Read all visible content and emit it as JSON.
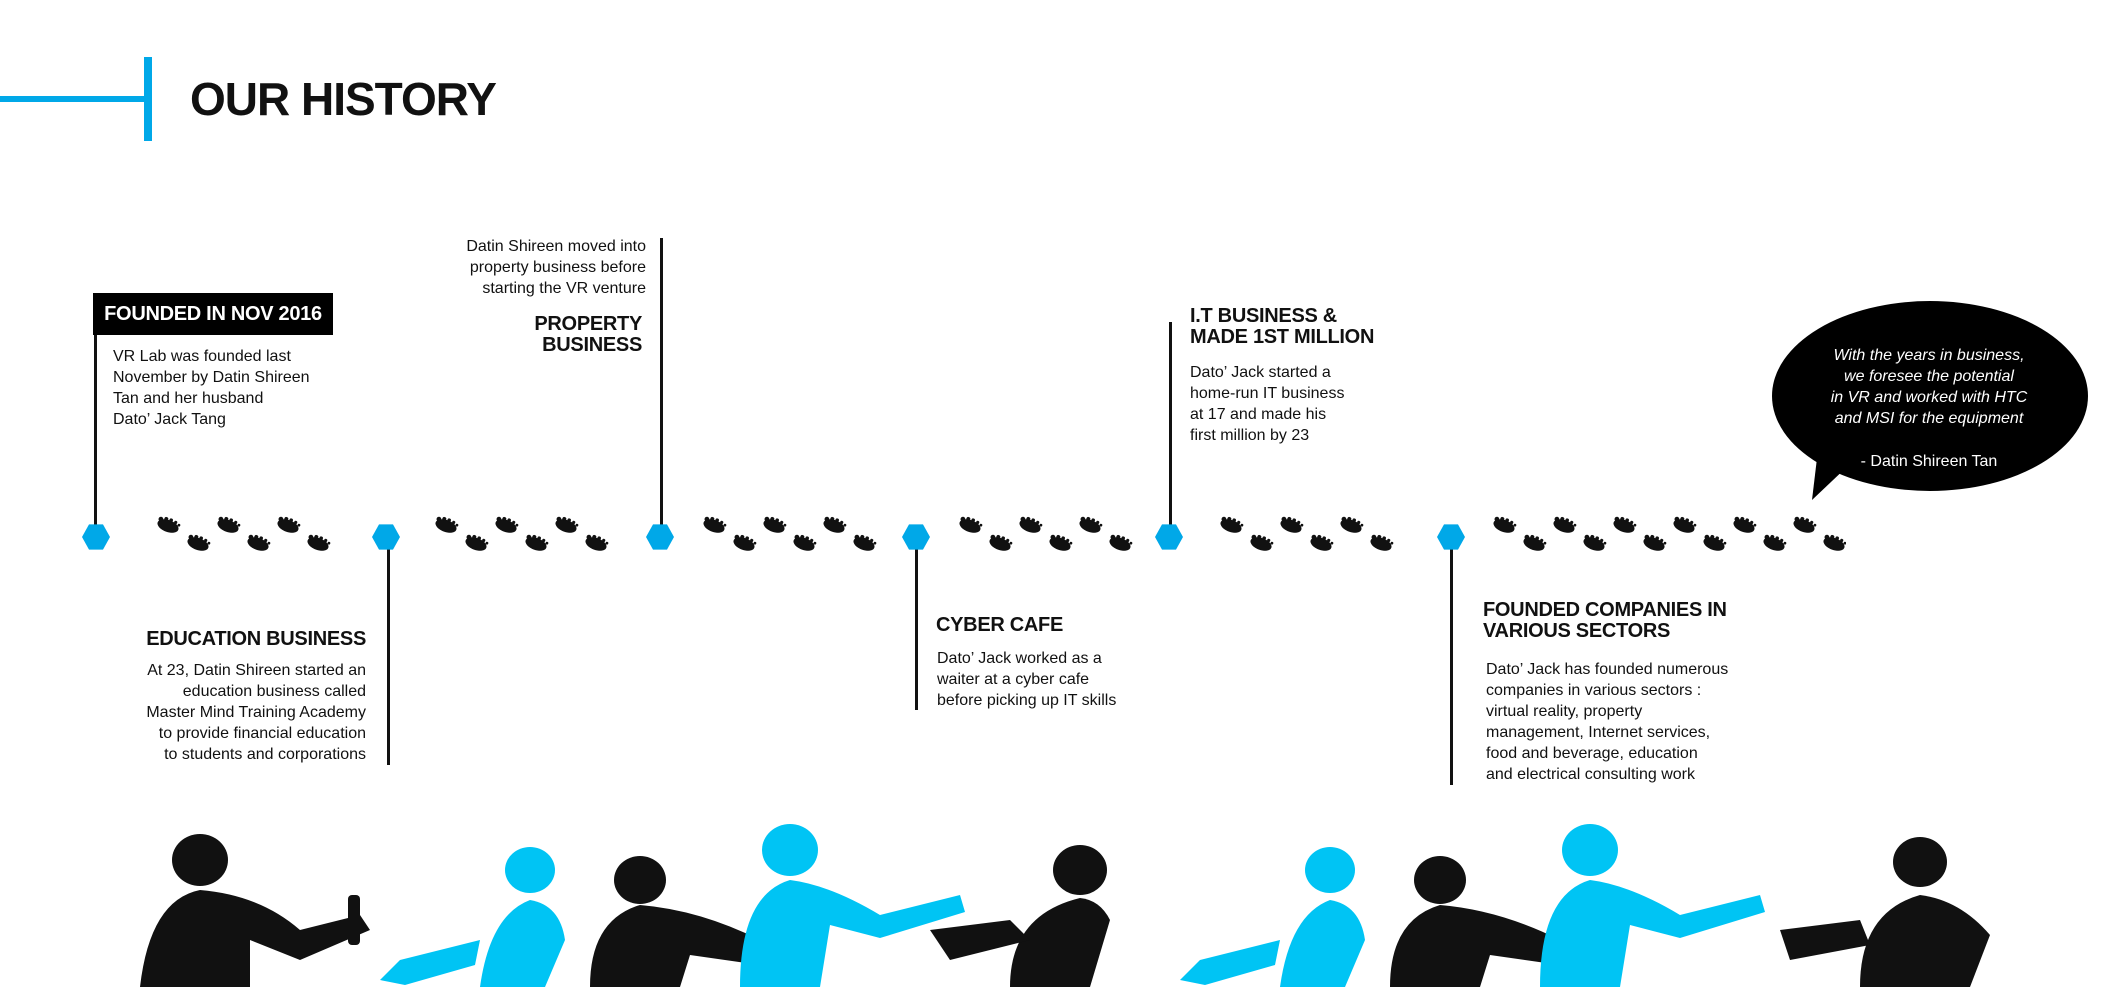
{
  "header": {
    "title": "OUR HISTORY"
  },
  "milestones": {
    "founded": {
      "heading": "FOUNDED IN NOV 2016",
      "lines": [
        "VR Lab was founded last",
        "November by Datin Shireen",
        "Tan and her husband",
        "Dato’ Jack Tang"
      ]
    },
    "education": {
      "heading": "EDUCATION BUSINESS",
      "lines": [
        "At 23, Datin Shireen started an",
        "education business called",
        "Master Mind Training Academy",
        "to provide financial education",
        "to students and corporations"
      ]
    },
    "property": {
      "heading_lines": [
        "PROPERTY",
        "BUSINESS"
      ],
      "lines": [
        "Datin Shireen moved into",
        "property business before",
        "starting the VR venture"
      ]
    },
    "cyber": {
      "heading": "CYBER CAFE",
      "lines": [
        "Dato’ Jack worked as a",
        "waiter at a cyber cafe",
        "before picking up IT skills"
      ]
    },
    "it": {
      "heading_lines": [
        "I.T BUSINESS &",
        "MADE 1ST MILLION"
      ],
      "lines": [
        "Dato’ Jack started a",
        "home-run IT business",
        "at 17 and made his",
        "first million by 23"
      ]
    },
    "companies": {
      "heading_lines": [
        "FOUNDED COMPANIES IN",
        "VARIOUS SECTORS"
      ],
      "lines": [
        "Dato’ Jack has founded numerous",
        "companies in various sectors :",
        "virtual reality, property",
        "management, Internet services,",
        "food and beverage, education",
        "and electrical consulting work"
      ]
    }
  },
  "quote": {
    "lines": [
      "With the years in business,",
      "we foresee the potential",
      "in VR and  worked with HTC",
      "and MSI for the equipment"
    ],
    "attribution": "- Datin Shireen Tan"
  },
  "colors": {
    "accent": "#00a8e8",
    "dark": "#111111",
    "silhouette_blue": "#00c4f4"
  }
}
